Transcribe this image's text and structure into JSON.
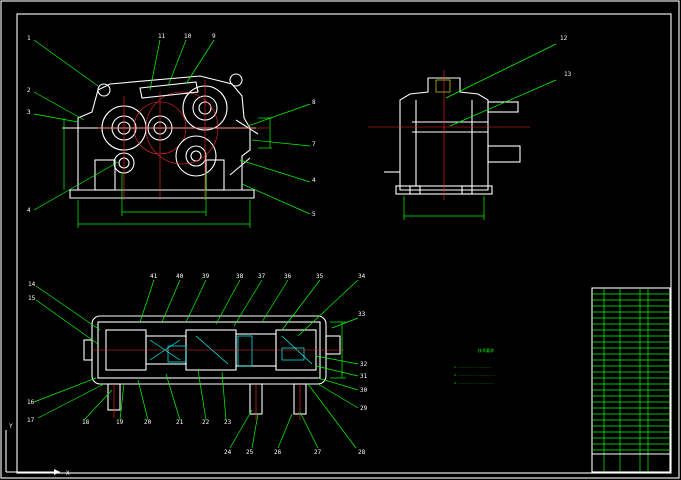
{
  "drawing": {
    "callouts": {
      "front": [
        "1",
        "2",
        "3",
        "4",
        "11",
        "10",
        "9",
        "8",
        "7",
        "4",
        "5"
      ],
      "side": [
        "12",
        "13"
      ],
      "plan_left": [
        "14",
        "15",
        "16",
        "17",
        "18",
        "19",
        "20",
        "21",
        "22",
        "23",
        "24",
        "25",
        "26",
        "27",
        "28"
      ],
      "plan_top": [
        "41",
        "40",
        "39",
        "38",
        "37",
        "36",
        "35",
        "34"
      ],
      "plan_right": [
        "33",
        "32",
        "31",
        "30",
        "29"
      ]
    },
    "notes_title": "技术要求",
    "notes_lines": [
      "1. ....................................",
      "2. ................................ .......",
      "3. ......................................"
    ],
    "ucs_x_label": "X",
    "ucs_y_label": "Y"
  }
}
